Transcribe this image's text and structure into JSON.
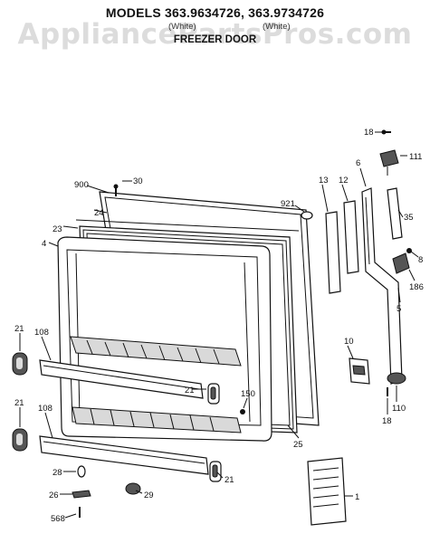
{
  "header": {
    "models": "MODELS 363.9634726, 363.9734726",
    "variant_1": "(White)",
    "variant_2": "(White)",
    "section": "FREEZER DOOR"
  },
  "watermark": "AppliancePartsPros.com",
  "part_labels": {
    "p18a": "18",
    "p111": "111",
    "p30": "30",
    "p900": "900",
    "p6": "6",
    "p13": "13",
    "p12": "12",
    "p35": "35",
    "p921": "921",
    "p24": "24",
    "p23": "23",
    "p4": "4",
    "p8": "8",
    "p186": "186",
    "p5": "5",
    "p21a": "21",
    "p108a": "108",
    "p150": "150",
    "p10": "10",
    "p110": "110",
    "p21b": "21",
    "p18b": "18",
    "p21c": "21",
    "p108b": "108",
    "p25": "25",
    "p28": "28",
    "p21d": "21",
    "p26": "26",
    "p29": "29",
    "p568": "568",
    "p1": "1"
  }
}
